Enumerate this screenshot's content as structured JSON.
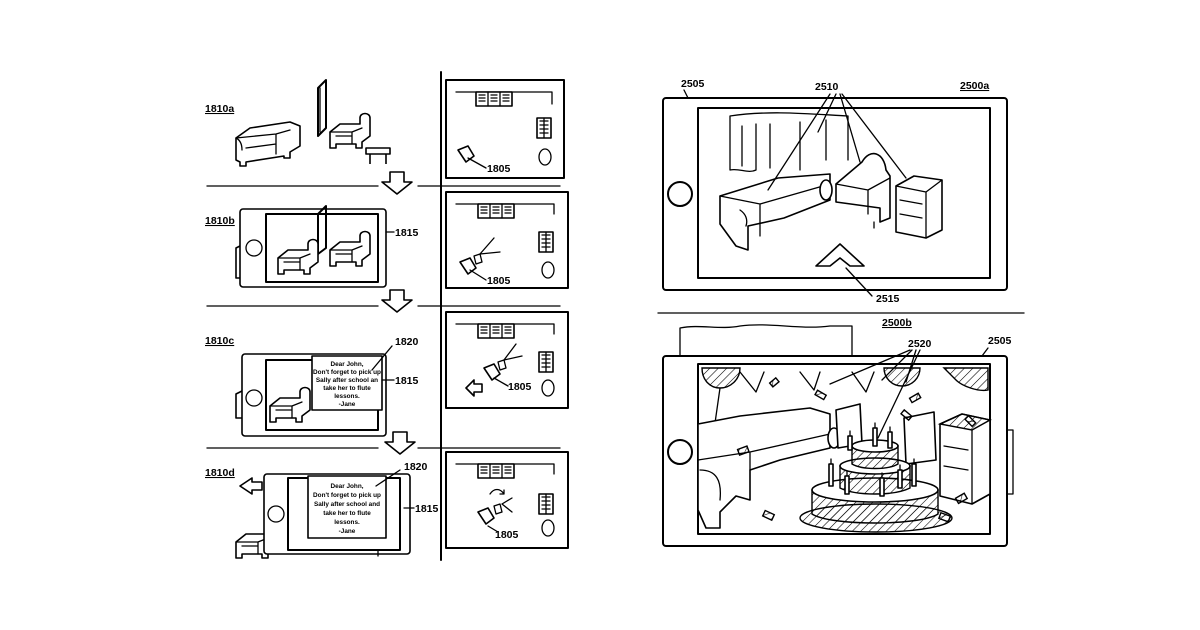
{
  "labels": {
    "step_a": "1810a",
    "step_b": "1810b",
    "step_c": "1810c",
    "step_d": "1810d",
    "device": "1805",
    "display": "1815",
    "note_ref": "1820",
    "phone": "2505",
    "objects": "2510",
    "fig_a": "2500a",
    "marker": "2515",
    "fig_b": "2500b",
    "decor": "2520"
  },
  "note_c": [
    "Dear John,",
    "Don't forget to pick up",
    "Sally after school an",
    "take her to flute",
    "lessons.",
    "-Jane"
  ],
  "note_d": [
    "Dear John,",
    "Don't forget to pick up",
    "Sally after school and",
    "take her to flute",
    "lessons.",
    "-Jane"
  ]
}
